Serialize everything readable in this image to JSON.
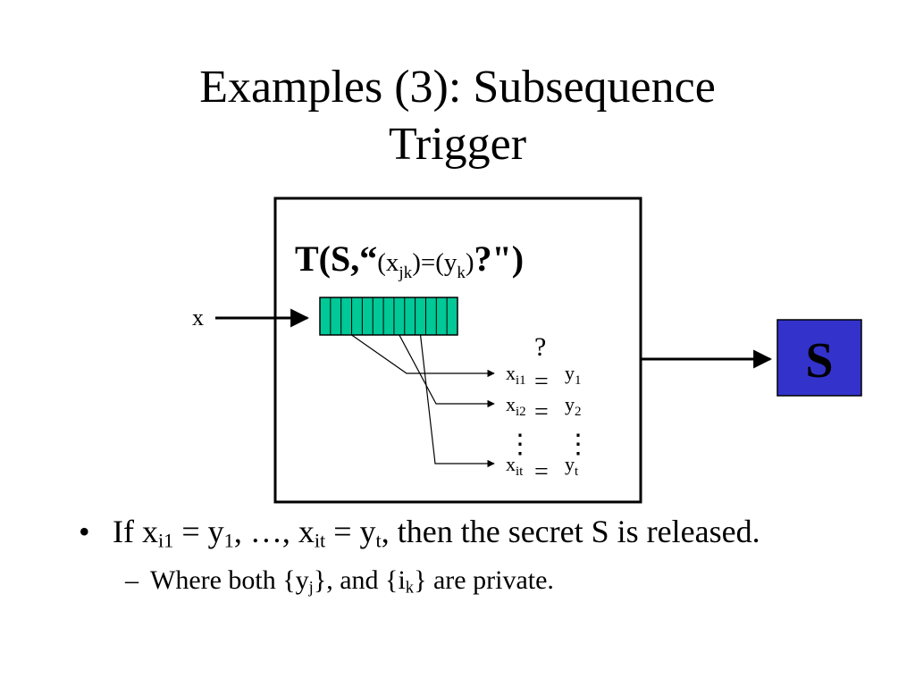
{
  "title": {
    "line1": "Examples (3): Subsequence",
    "line2": "Trigger"
  },
  "diagram": {
    "trigger_label": {
      "prefix": "T(S,“",
      "x_open": "(x",
      "x_sub": "jk",
      "mid": ")=(y",
      "y_sub": "k",
      "y_close": ")",
      "suffix": "?\")"
    },
    "input_label": "x",
    "question_mark": "?",
    "equals": "=",
    "vertical_dots": "⋮",
    "rows": [
      {
        "x_base": "x",
        "x_sub": "i1",
        "y_base": "y",
        "y_sub": "1"
      },
      {
        "x_base": "x",
        "x_sub": "i2",
        "y_base": "y",
        "y_sub": "2"
      },
      {
        "x_base": "x",
        "x_sub": "it",
        "y_base": "y",
        "y_sub": "t"
      }
    ],
    "register_cell_count": 13,
    "register_taps": [
      7,
      8,
      10
    ],
    "secret_label": "S",
    "colors": {
      "register_fill": "#00c896",
      "secret_fill": "#3333cc",
      "secret_text": "#000000"
    }
  },
  "bullets": {
    "main": {
      "mark": "•",
      "if": "If x",
      "sub_i1": "i1",
      "eq1": " = y",
      "sub_1": "1",
      "mid": ", …, x",
      "sub_it": "it",
      "eq2": " = y",
      "sub_t": "t",
      "rest": ", then the secret S is released."
    },
    "sub": {
      "mark": "–",
      "text1": "Where both {y",
      "sub_j": "j",
      "text2": "}, and {i",
      "sub_k": "k",
      "text3": "} are private."
    }
  }
}
